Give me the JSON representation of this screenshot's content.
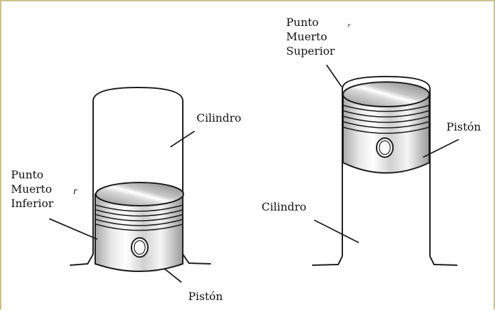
{
  "left_diagram": {
    "cylinder_label": "Cilindro",
    "dead_center_label": [
      "Punto",
      "Muerto",
      "Inferior"
    ],
    "piston_label": "Pistón"
  },
  "right_diagram": {
    "dead_center_label": [
      "Punto",
      "Muerto",
      "Superior"
    ],
    "piston_label": "Pistón",
    "cylinder_label": "Cilindro"
  },
  "stray_marks": [
    "r",
    "r"
  ],
  "colors": {
    "frame": "#c9c08c",
    "line": "#1a1a1a",
    "metal_light": "#f4f4f4",
    "metal_dark": "#a9a9a9"
  }
}
